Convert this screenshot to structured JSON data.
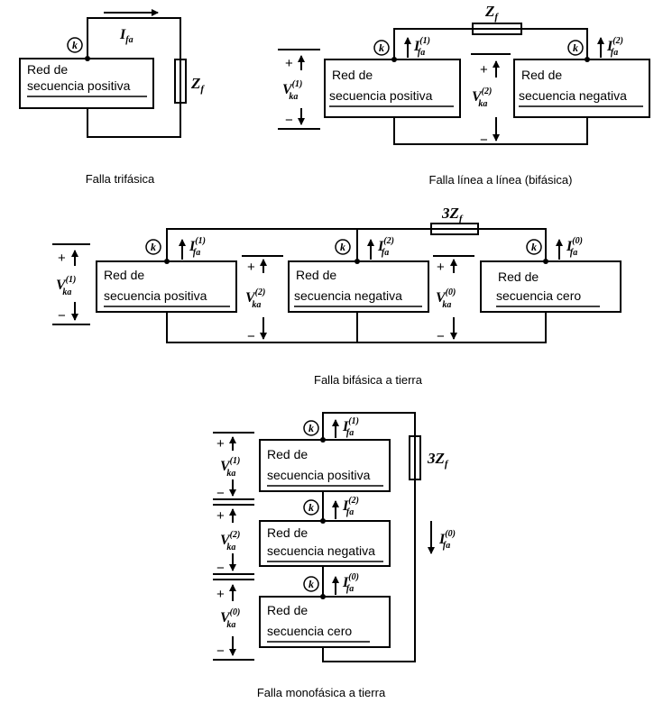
{
  "node_label": "k",
  "plus": "+",
  "minus": "−",
  "diagrams": [
    {
      "caption": "Falla trifásica",
      "current": {
        "base": "I",
        "sub": "fa"
      },
      "impedance": {
        "base": "Z",
        "sub": "f"
      },
      "network": {
        "line1": "Red de",
        "line2": "secuencia positiva"
      }
    },
    {
      "caption": "Falla línea a línea (bifásica)",
      "impedance": {
        "base": "Z",
        "sub": "f"
      },
      "networks": [
        {
          "line1": "Red de",
          "line2": "secuencia positiva",
          "I_sup": "(1)",
          "V_sup": "(1)"
        },
        {
          "line1": "Red de",
          "line2": "secuencia negativa",
          "I_sup": "(2)",
          "V_sup": "(2)"
        }
      ]
    },
    {
      "caption": "Falla bifásica a tierra",
      "impedance": {
        "base": "3Z",
        "sub": "f"
      },
      "networks": [
        {
          "line1": "Red de",
          "line2": "secuencia positiva",
          "I_sup": "(1)",
          "V_sup": "(1)"
        },
        {
          "line1": "Red de",
          "line2": "secuencia negativa",
          "I_sup": "(2)",
          "V_sup": "(2)"
        },
        {
          "line1": "Red de",
          "line2": "secuencia cero",
          "I_sup": "(0)",
          "V_sup": "(0)"
        }
      ]
    },
    {
      "caption": "Falla monofásica a tierra",
      "impedance": {
        "base": "3Z",
        "sub": "f"
      },
      "return_current": {
        "base": "I",
        "sub": "fa",
        "sup": "(0)"
      },
      "networks": [
        {
          "line1": "Red de",
          "line2": "secuencia positiva",
          "I_sup": "(1)",
          "V_sup": "(1)"
        },
        {
          "line1": "Red de",
          "line2": "secuencia negativa",
          "I_sup": "(2)",
          "V_sup": "(2)"
        },
        {
          "line1": "Red de",
          "line2": "secuencia cero",
          "I_sup": "(0)",
          "V_sup": "(0)"
        }
      ]
    }
  ]
}
